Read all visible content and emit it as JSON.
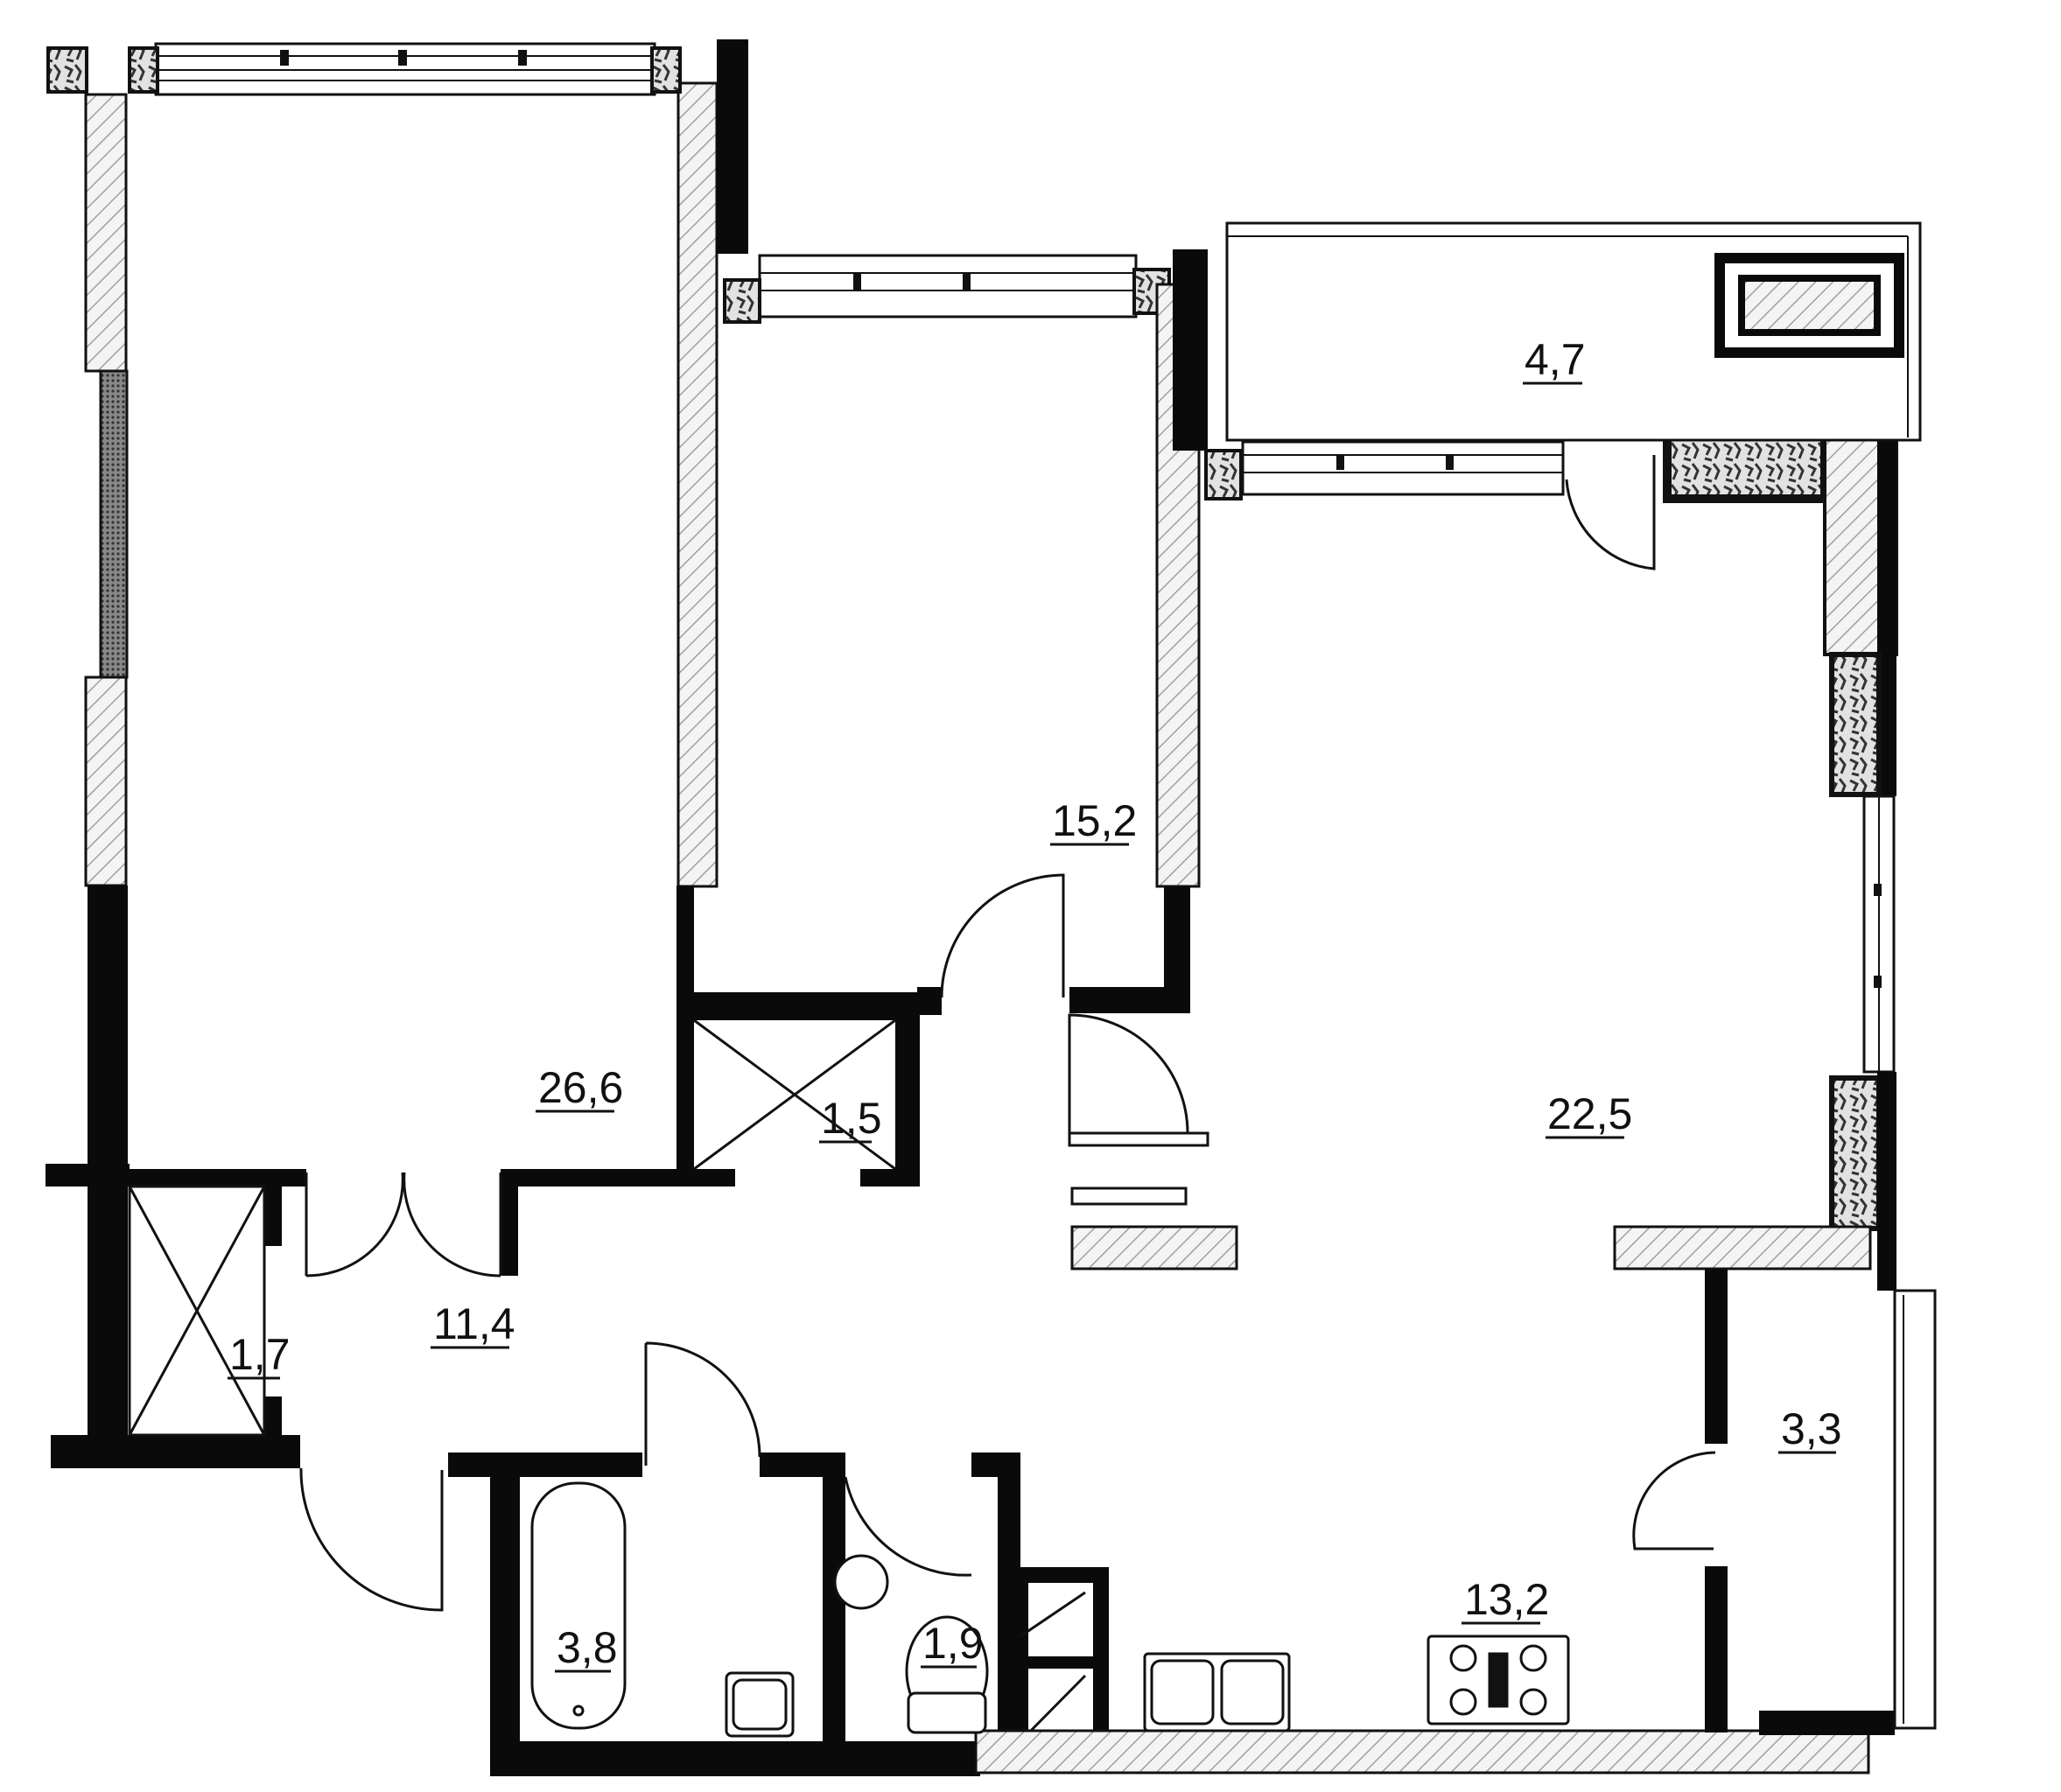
{
  "plan": {
    "colors": {
      "wall": "#0a0a0a",
      "hatch": "#9a9a9a",
      "line": "#111111",
      "background": "#ffffff"
    },
    "rooms": [
      {
        "id": "bedroom-large",
        "label": "26,6"
      },
      {
        "id": "bedroom-small",
        "label": "15,2"
      },
      {
        "id": "balcony-top",
        "label": "4,7"
      },
      {
        "id": "living-room",
        "label": "22,5"
      },
      {
        "id": "closet-center",
        "label": "1,5"
      },
      {
        "id": "hallway",
        "label": "11,4"
      },
      {
        "id": "closet-entry",
        "label": "1,7"
      },
      {
        "id": "loggia-right",
        "label": "3,3"
      },
      {
        "id": "kitchen",
        "label": "13,2"
      },
      {
        "id": "bathroom",
        "label": "3,8"
      },
      {
        "id": "toilet",
        "label": "1,9"
      }
    ]
  }
}
